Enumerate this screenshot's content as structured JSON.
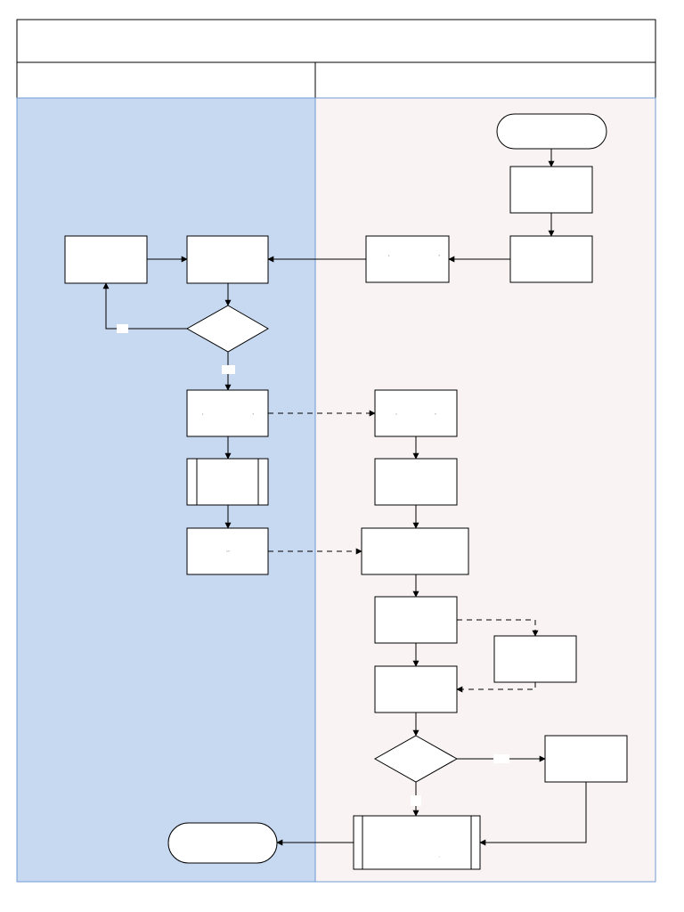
{
  "header": {
    "title": "",
    "lanes": [
      {
        "label": ""
      },
      {
        "label": ""
      }
    ]
  },
  "colors": {
    "lane_left_fill": "#c6d9f1",
    "lane_right_fill": "#f9f3f3",
    "border": "#000000",
    "frame_line": "#6f9bd6"
  },
  "nodes": {
    "start": {
      "shape": "terminator",
      "label": ""
    },
    "step_1": {
      "shape": "process",
      "label": ""
    },
    "step_2": {
      "shape": "process",
      "label": ""
    },
    "step_3": {
      "shape": "process",
      "label": "“ ”"
    },
    "step_4": {
      "shape": "process",
      "label": ""
    },
    "step_5": {
      "shape": "process",
      "label": ""
    },
    "decision_1": {
      "shape": "decision",
      "label": ""
    },
    "decision_1_no_label": {
      "label": ""
    },
    "decision_1_yes_label": {
      "label": ""
    },
    "step_6": {
      "shape": "process",
      "label": "“ ”"
    },
    "step_7": {
      "shape": "process",
      "label": "“ ”"
    },
    "step_8": {
      "shape": "predefined-process",
      "label": ""
    },
    "step_9": {
      "shape": "process",
      "label": "“ ”"
    },
    "step_10": {
      "shape": "process",
      "label": ""
    },
    "step_11": {
      "shape": "process",
      "label": ""
    },
    "step_12": {
      "shape": "process",
      "label": ""
    },
    "step_13": {
      "shape": "process",
      "label": ""
    },
    "step_14": {
      "shape": "process",
      "label": ""
    },
    "decision_2": {
      "shape": "decision",
      "label": ""
    },
    "decision_2_yes_label": {
      "label": ""
    },
    "decision_2_no_label": {
      "label": ""
    },
    "step_15": {
      "shape": "process",
      "label": ""
    },
    "step_16": {
      "shape": "predefined-process",
      "label": ","
    },
    "end": {
      "shape": "terminator",
      "label": ""
    }
  }
}
